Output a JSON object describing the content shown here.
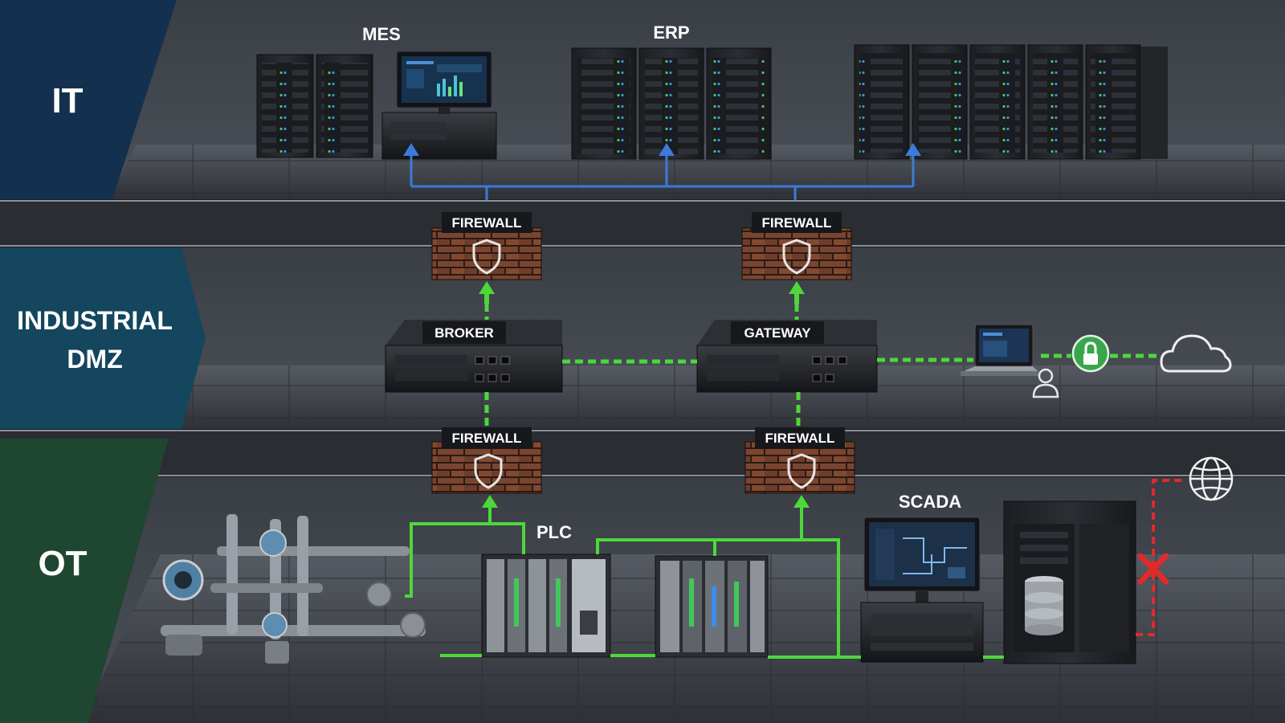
{
  "zones": {
    "it": {
      "label": "IT",
      "color": "#13304f"
    },
    "dmz": {
      "label_line1": "INDUSTRIAL",
      "label_line2": "DMZ",
      "color": "#14465e"
    },
    "ot": {
      "label": "OT",
      "color": "#1f4630"
    }
  },
  "it_systems": {
    "mes": "MES",
    "erp": "ERP"
  },
  "dmz_devices": {
    "broker": "BROKER",
    "gateway": "GATEWAY"
  },
  "firewalls": {
    "upper_left": "FIREWALL",
    "upper_right": "FIREWALL",
    "lower_left": "FIREWALL",
    "lower_right": "FIREWALL"
  },
  "ot_systems": {
    "plc": "PLC",
    "scada": "SCADA"
  },
  "colors": {
    "it_link": "#3b7bd9",
    "secure_link": "#4cd83a",
    "blocked_link": "#e02a2a",
    "brick": "#7a4530"
  },
  "icons": [
    "shield-icon",
    "lock-icon",
    "cloud-icon",
    "globe-icon",
    "user-icon",
    "blocked-x-icon",
    "arrow-up-icon"
  ]
}
